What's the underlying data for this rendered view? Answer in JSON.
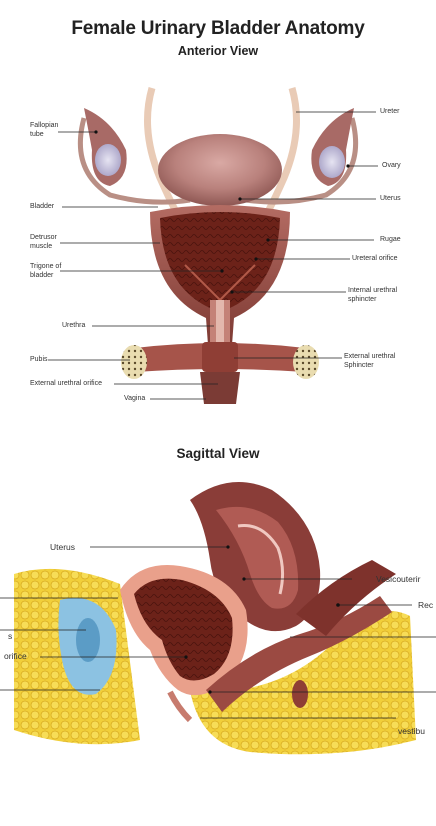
{
  "title": "Female Urinary Bladder Anatomy",
  "anterior": {
    "heading": "Anterior View",
    "labels": {
      "fallopian_tube": "Fallopian\ntube",
      "bladder": "Bladder",
      "detrusor_muscle": "Detrusor\nmuscle",
      "trigone": "Trigone of\nbladder",
      "urethra": "Urethra",
      "pubis": "Pubis",
      "external_urethral_orifice": "External urethral orifice",
      "vagina": "Vagina",
      "ureter": "Ureter",
      "ovary": "Ovary",
      "uterus": "Uterus",
      "rugae": "Rugae",
      "ureteral_orifice": "Ureteral orifice",
      "internal_sphincter": "Internal urethral\nsphincter",
      "external_sphincter": "External urethral\nSphincter"
    }
  },
  "sagittal": {
    "heading": "Sagittal View",
    "labels": {
      "uterus": "Uterus",
      "vesicouterine": "Vesicouterir",
      "rectum": "Rec",
      "left_s": "s",
      "left_orifice": "orifice",
      "vestibule": "vestibu"
    }
  }
}
